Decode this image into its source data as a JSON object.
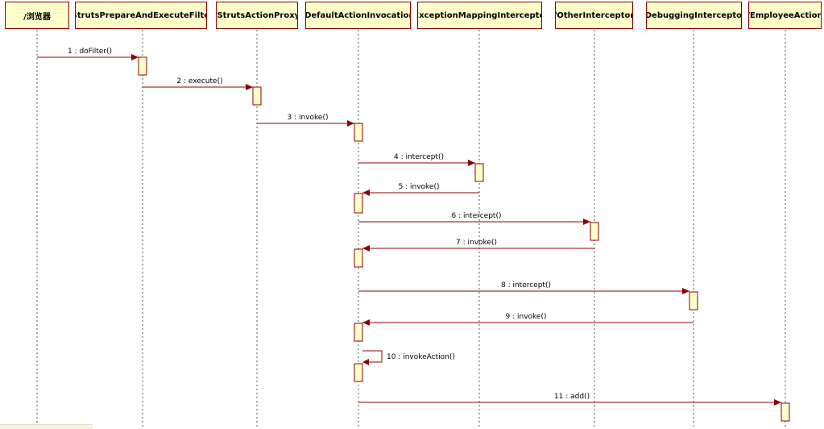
{
  "participants": [
    {
      "id": "browser",
      "label": "/浏览器"
    },
    {
      "id": "filter",
      "label": "/StrutsPrepareAndExecuteFilter"
    },
    {
      "id": "proxy",
      "label": "/StrutsActionProxy"
    },
    {
      "id": "invocation",
      "label": "/DefaultActionInvocation"
    },
    {
      "id": "exception",
      "label": "/ExceptionMappingInterceptor"
    },
    {
      "id": "other",
      "label": "/OtherInterceptor"
    },
    {
      "id": "debugging",
      "label": "/DebuggingInterceptor"
    },
    {
      "id": "employee",
      "label": "/EmployeeAction"
    }
  ],
  "messages": [
    {
      "label": "1 : doFilter()",
      "from": "browser",
      "to": "filter"
    },
    {
      "label": "2 : execute()",
      "from": "filter",
      "to": "proxy"
    },
    {
      "label": "3 : invoke()",
      "from": "proxy",
      "to": "invocation"
    },
    {
      "label": "4 : intercept()",
      "from": "invocation",
      "to": "exception"
    },
    {
      "label": "5 : invoke()",
      "from": "exception",
      "to": "invocation"
    },
    {
      "label": "6 : intercept()",
      "from": "invocation",
      "to": "other"
    },
    {
      "label": "7 : invoke()",
      "from": "other",
      "to": "invocation"
    },
    {
      "label": "8 : intercept()",
      "from": "invocation",
      "to": "debugging"
    },
    {
      "label": "9 : invoke()",
      "from": "debugging",
      "to": "invocation"
    },
    {
      "label": "10 : invokeAction()",
      "from": "invocation",
      "to": "invocation"
    },
    {
      "label": "11 : add()",
      "from": "invocation",
      "to": "employee"
    }
  ],
  "colors": {
    "box_fill": "#ffffcc",
    "border": "#8b0000",
    "arrow": "#8b0000",
    "lifeline": "#555555"
  }
}
